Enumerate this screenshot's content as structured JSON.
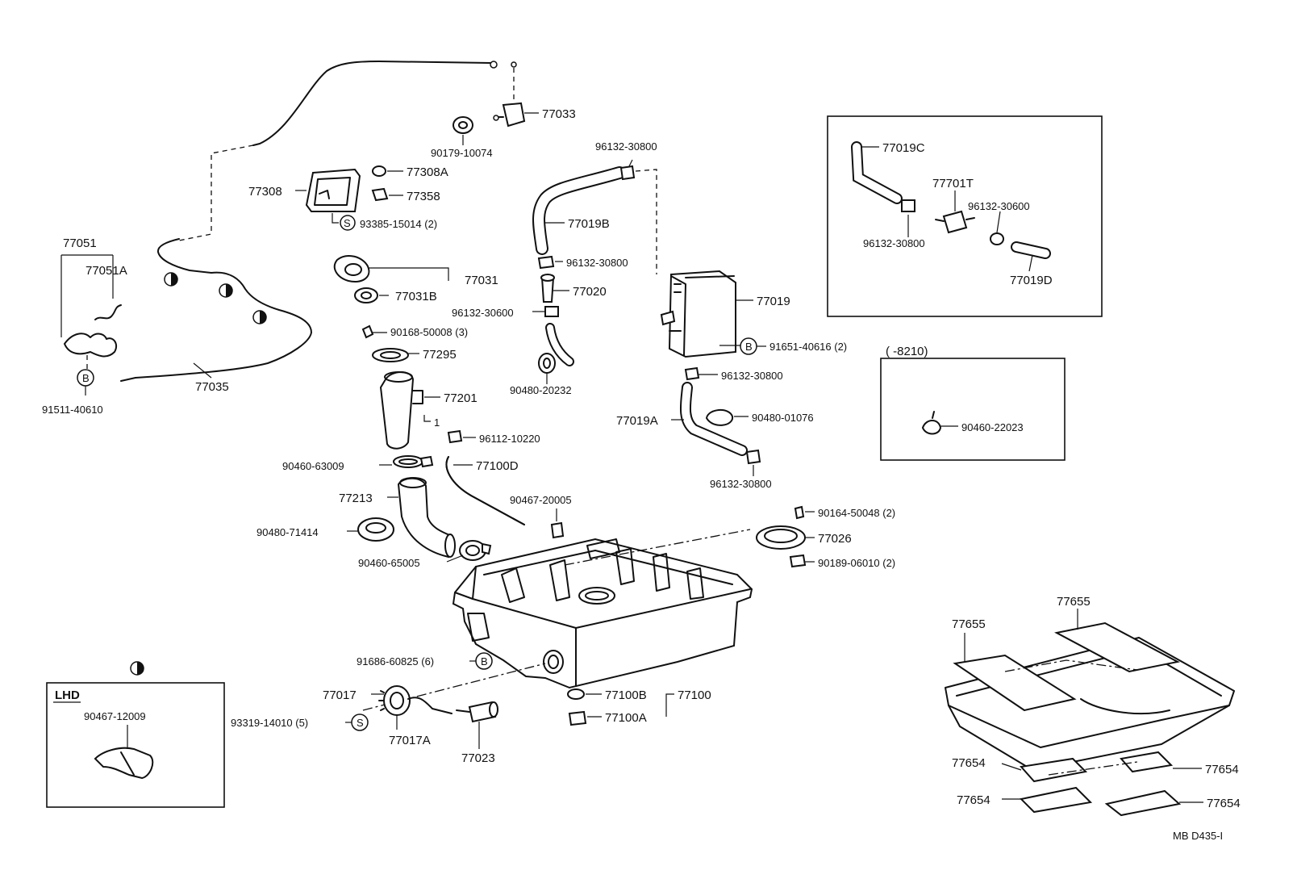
{
  "labels": {
    "p77033": "77033",
    "p90179": "90179-10074",
    "p96132_top": "96132-30800",
    "p77308A": "77308A",
    "p77308": "77308",
    "p77358": "77358",
    "p93385": "93385-15014 (2)",
    "p77019B": "77019B",
    "p77051": "77051",
    "p77051A": "77051A",
    "p77031": "77031",
    "p96132_b": "96132-30800",
    "p77031B": "77031B",
    "p77020": "77020",
    "p96132_30600": "96132-30600",
    "p77019": "77019",
    "p90168": "90168-50008 (3)",
    "p91651": "91651-40616 (2)",
    "p77295": "77295",
    "p96132_c": "96132-30800",
    "p90480_20232": "90480-20232",
    "p77201": "77201",
    "p77035": "77035",
    "p91511": "91511-40610",
    "p77019A": "77019A",
    "p90480_01076": "90480-01076",
    "p_dash1": "1",
    "p96112": "96112-10220",
    "p90460_63009": "90460-63009",
    "p77100D": "77100D",
    "p96132_d": "96132-30800",
    "p77213": "77213",
    "p90467_20005": "90467-20005",
    "p90164": "90164-50048 (2)",
    "p90480_71414": "90480-71414",
    "p77026": "77026",
    "p90460_65005": "90460-65005",
    "p90189": "90189-06010 (2)",
    "p91686": "91686-60825 (6)",
    "p77017": "77017",
    "p77100B": "77100B",
    "p77100": "77100",
    "p77100A": "77100A",
    "p93319": "93319-14010 (5)",
    "p77017A": "77017A",
    "p77023": "77023",
    "lhd_title": "LHD",
    "p90467_12009": "90467-12009",
    "box1_77019C": "77019C",
    "box1_77701T": "77701T",
    "box1_96132_30600": "96132-30600",
    "box1_96132_30800": "96132-30800",
    "box1_77019D": "77019D",
    "box2_title": "(        -8210)",
    "box2_90460": "90460-22023",
    "r77655a": "77655",
    "r77655b": "77655",
    "r77654a": "77654",
    "r77654b": "77654",
    "r77654c": "77654",
    "r77654d": "77654",
    "ref": "MB D435-I",
    "sym_s": "S",
    "sym_b": "B"
  }
}
